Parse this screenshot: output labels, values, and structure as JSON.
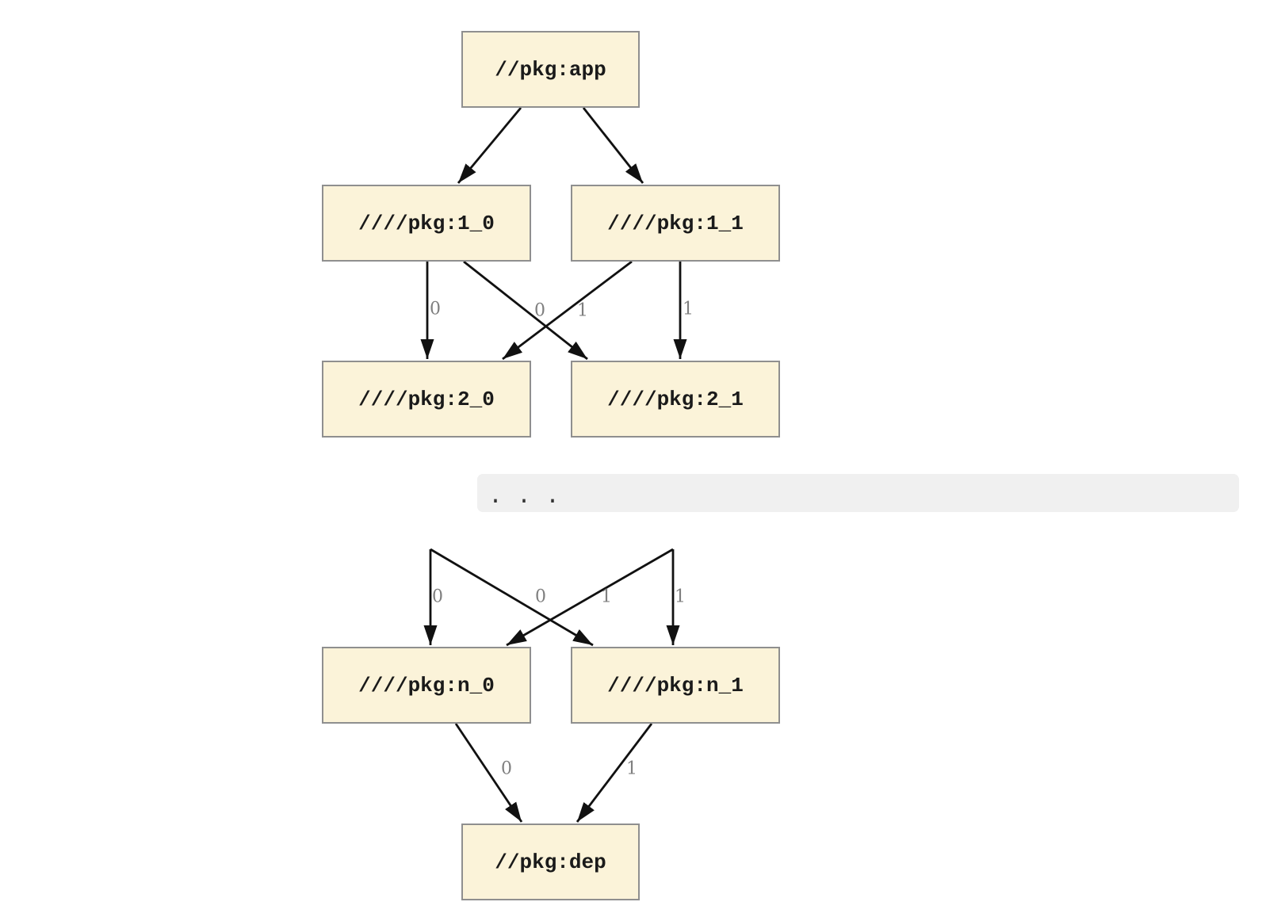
{
  "diagram": {
    "type": "dependency-graph",
    "nodes": [
      {
        "id": "app",
        "label": "//pkg:app"
      },
      {
        "id": "1_0",
        "label": "////pkg:1_0"
      },
      {
        "id": "1_1",
        "label": "////pkg:1_1"
      },
      {
        "id": "2_0",
        "label": "////pkg:2_0"
      },
      {
        "id": "2_1",
        "label": "////pkg:2_1"
      },
      {
        "id": "n_0",
        "label": "////pkg:n_0"
      },
      {
        "id": "n_1",
        "label": "////pkg:n_1"
      },
      {
        "id": "dep",
        "label": "//pkg:dep"
      }
    ],
    "ellipsis": ".  .  .",
    "edges": [
      {
        "from": "//pkg:app",
        "to": "////pkg:1_0",
        "label": ""
      },
      {
        "from": "//pkg:app",
        "to": "////pkg:1_1",
        "label": ""
      },
      {
        "from": "////pkg:1_0",
        "to": "////pkg:2_0",
        "label": "0"
      },
      {
        "from": "////pkg:1_0",
        "to": "////pkg:2_1",
        "label": "1"
      },
      {
        "from": "////pkg:1_1",
        "to": "////pkg:2_0",
        "label": "0"
      },
      {
        "from": "////pkg:1_1",
        "to": "////pkg:2_1",
        "label": "1"
      },
      {
        "from": "…",
        "to": "////pkg:n_0",
        "label": "0"
      },
      {
        "from": "…",
        "to": "////pkg:n_1",
        "label": "1"
      },
      {
        "from": "…",
        "to": "////pkg:n_0",
        "label": "0"
      },
      {
        "from": "…",
        "to": "////pkg:n_1",
        "label": "1"
      },
      {
        "from": "////pkg:n_0",
        "to": "//pkg:dep",
        "label": "0"
      },
      {
        "from": "////pkg:n_1",
        "to": "//pkg:dep",
        "label": "1"
      }
    ]
  },
  "colors": {
    "background": "#ffffff",
    "node_fill": "#fbf3d9",
    "node_border": "#8f8f8f",
    "node_text": "#1a1a1a",
    "edge": "#111111",
    "edge_label": "#7f7f7f",
    "separator_bg": "#f0f0f0",
    "separator_text": "#333333"
  }
}
